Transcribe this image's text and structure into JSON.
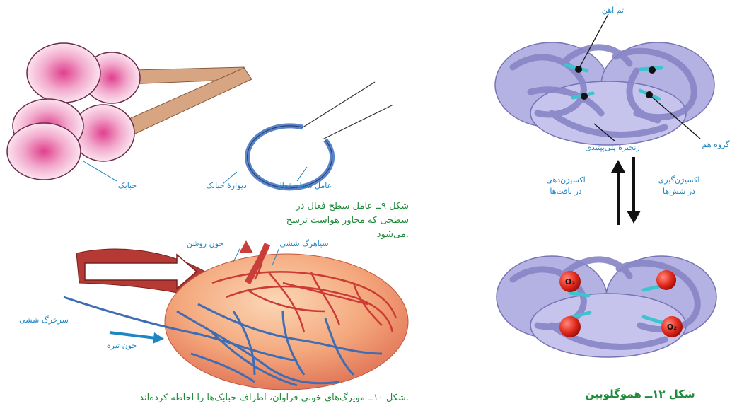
{
  "alveoli_figure": {
    "label_alveolus": "حبابک",
    "label_alveolar_wall": "دیوارهٔ حبابک",
    "label_surfactant": "عامل سطح فعال",
    "caption_line1": "شکل ۹ــ عامل سطح فعال در",
    "caption_line2": "سطحی که مجاور هواست ترشح",
    "caption_line3": "می‌شود."
  },
  "capillary_figure": {
    "label_pulmonary_vein": "سیاهرگ ششی",
    "label_oxygenated_blood": "خون روشن",
    "label_pulmonary_artery": "سرخرگ ششی",
    "label_deoxygenated_blood": "خون تیره",
    "caption": "شکل ۱۰ــ مویرگ‌های خونی فراوان، اطراف حبابک‌ها را احاطه کرده‌اند."
  },
  "hemoglobin_figure": {
    "label_iron_atom": "اتم آهن",
    "label_heme_group": "گروه هم",
    "label_polypeptide_chain": "زنجیرهٔ پلی‌پپتیدی",
    "label_oxygen_release_line1": "اکسیژن‌دهی",
    "label_oxygen_release_line2": "در بافت‌ها",
    "label_oxygen_uptake_line1": "اکسیژن‌گیری",
    "label_oxygen_uptake_line2": "در شش‌ها",
    "o2_symbol": "O₂",
    "caption": "شکل ۱۲ــ هموگلوبین"
  },
  "colors": {
    "label_blue": "#1f86c4",
    "caption_green": "#1f8a3a",
    "alveolus_pink": "#f0a6c8",
    "protein_lavender": "#aaa8dc",
    "artery_red": "#c8403c",
    "vein_blue": "#5a82c2"
  }
}
